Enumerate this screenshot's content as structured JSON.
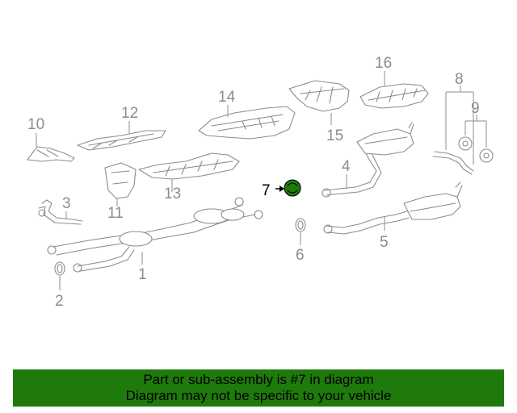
{
  "callouts": {
    "c1": "1",
    "c2": "2",
    "c3": "3",
    "c4": "4",
    "c5": "5",
    "c6": "6",
    "c7": "7",
    "c8": "8",
    "c9": "9",
    "c10": "10",
    "c11": "11",
    "c12": "12",
    "c13": "13",
    "c14": "14",
    "c15": "15",
    "c16": "16"
  },
  "highlight": {
    "part_number": "7",
    "color": "#1f7a0c"
  },
  "banner": {
    "line1": "Part or sub-assembly is #7 in diagram",
    "line2": "Diagram may not be specific to your vehicle",
    "color": "#1f7a0c"
  }
}
